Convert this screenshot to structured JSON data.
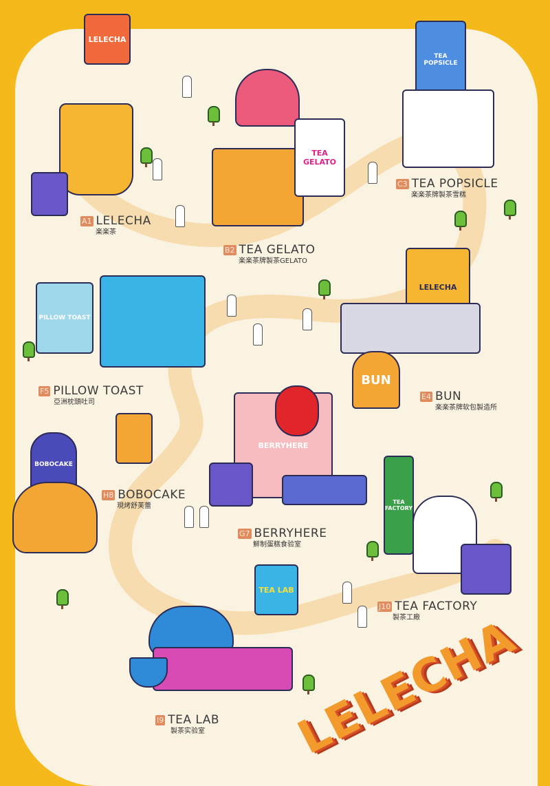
{
  "stations": [
    {
      "code": "A1",
      "name": "LELECHA",
      "cn": "楽楽茶"
    },
    {
      "code": "B2",
      "name": "TEA GELATO",
      "cn": "楽楽茶牌製茶GELATO"
    },
    {
      "code": "C3",
      "name": "TEA  POPSICLE",
      "cn": "楽楽茶牌製茶雪糕"
    },
    {
      "code": "E4",
      "name": "BUN",
      "cn": "楽楽茶牌软包製造所"
    },
    {
      "code": "F5",
      "name": "PILLOW TOAST",
      "cn": "亞洲枕頭吐司"
    },
    {
      "code": "G7",
      "name": "BERRYHERE",
      "cn": "鮮制蛋糕食验室"
    },
    {
      "code": "H8",
      "name": "BOBOCAKE",
      "cn": "現烤舒芙蕾"
    },
    {
      "code": "I9",
      "name": "TEA  LAB",
      "cn": "製茶实验室"
    },
    {
      "code": "J10",
      "name": "TEA  FACTORY",
      "cn": "製茶工廠"
    }
  ],
  "signs": {
    "lelecha": "LELECHA",
    "gelato": "TEA GELATO",
    "popsicle": "TEA POPSICLE",
    "pillow": "PILLOW TOAST",
    "tank": "LELECHA",
    "bun": "BUN",
    "berry": "BERRYHERE",
    "bobo": "BOBOCAKE",
    "factory": "TEA FACTORY",
    "lab": "TEA LAB"
  },
  "logo": "LELECHA"
}
